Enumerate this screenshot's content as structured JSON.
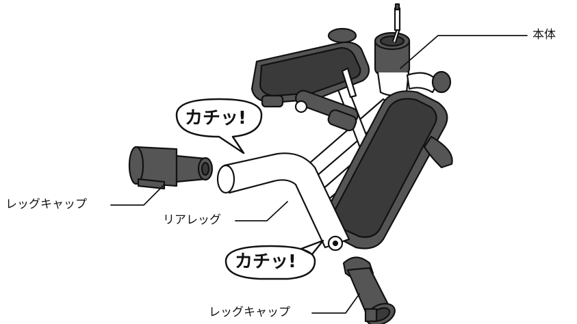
{
  "labels": {
    "main_body": "本体",
    "leg_cap_left": "レッグキャップ",
    "rear_leg": "リアレッグ",
    "leg_cap_bottom": "レッグキャップ"
  },
  "callouts": {
    "click_upper": "カチッ!",
    "click_lower": "カチッ!"
  },
  "colors": {
    "dark_part": "#555555",
    "pedal_top": "#3a3a3a",
    "outline": "#111111",
    "frame": "#ffffff"
  }
}
